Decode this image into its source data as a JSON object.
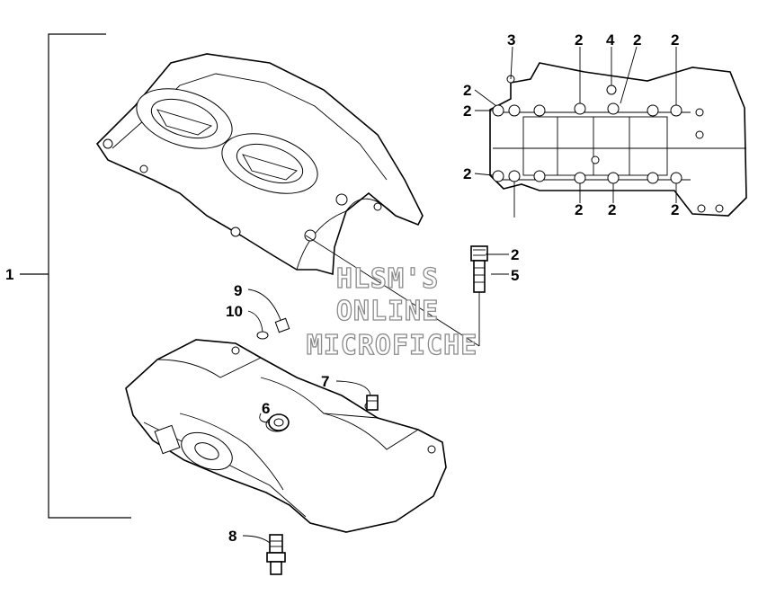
{
  "watermark": {
    "line1": "HLSM'S",
    "line2": "ONLINE",
    "line3": "MICROFICHE"
  },
  "callouts": {
    "assembly": "1",
    "bolt_top_a": "2",
    "bolt_top_b": "2",
    "bolt_top_c": "2",
    "bolt_left_a": "2",
    "bolt_left_b": "2",
    "bolt_left_c": "2",
    "bolt_bottom_a": "2",
    "bolt_bottom_b": "2",
    "bolt_bottom_c": "2",
    "bolt_single": "2",
    "plug": "3",
    "pin": "4",
    "stud": "5",
    "bushing": "6",
    "dowel": "7",
    "drain_bolt": "8",
    "screw": "9",
    "washer": "10"
  }
}
